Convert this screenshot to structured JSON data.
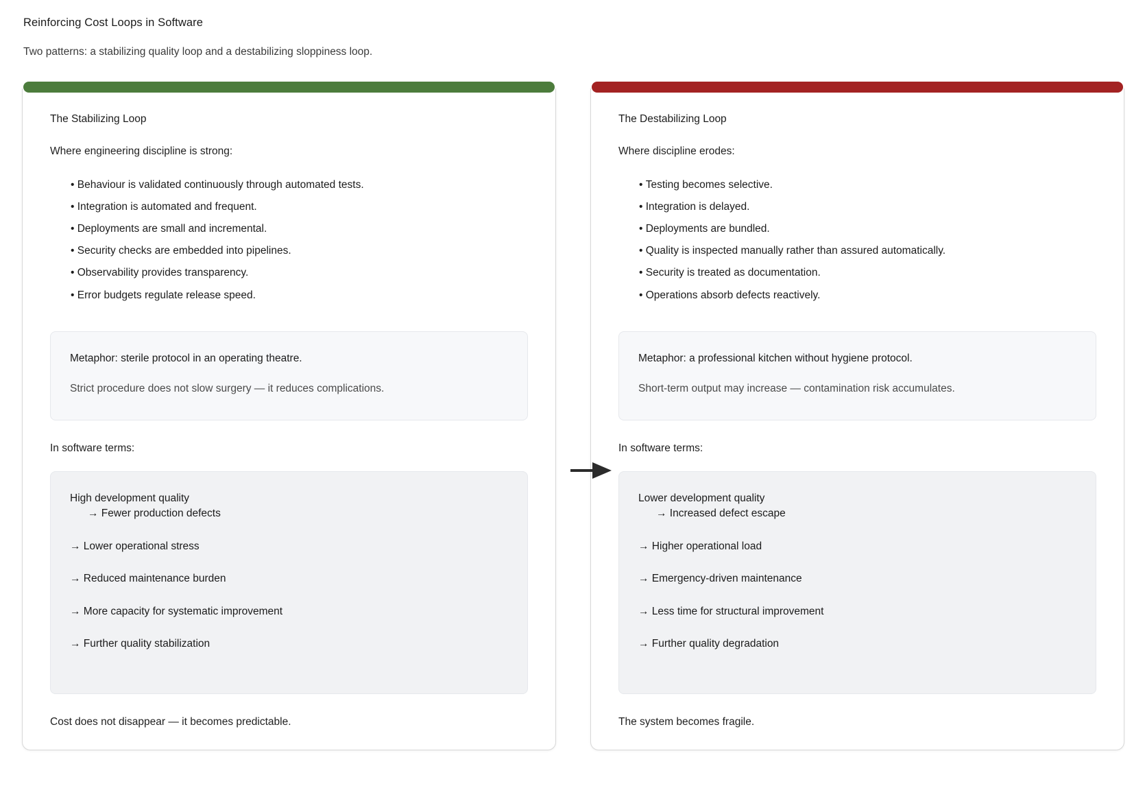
{
  "header": {
    "title": "Reinforcing Cost Loops in Software",
    "subtitle": "Two patterns: a stabilizing quality loop and a destabilizing sloppiness loop."
  },
  "flow": {
    "arrow_icon": "arrow-right-icon"
  },
  "colors": {
    "stabilizing_accent": "#4c7c3c",
    "destabilizing_accent": "#a32222",
    "note_box_bg": "#f7f8fa",
    "chain_box_bg": "#f1f2f4",
    "card_border": "#d8d8d8"
  },
  "cards": [
    {
      "id": "stabilizing",
      "accent_color": "#4c7c3c",
      "heading": "The Stabilizing Loop",
      "lead": "Where engineering discipline is strong:",
      "bullets": [
        "Behaviour is validated continuously through automated tests.",
        "Integration is automated and frequent.",
        "Deployments are small and incremental.",
        "Security checks are embedded into pipelines.",
        "Observability provides transparency.",
        "Error budgets regulate release speed."
      ],
      "note": {
        "title": "Metaphor: sterile protocol in an operating theatre.",
        "subtitle": "Strict procedure does not slow surgery — it reduces complications."
      },
      "terms_label": "In software terms:",
      "chain": {
        "first_line": "High development quality",
        "first_arrow": "→ Fewer production defects",
        "steps": [
          "→ Lower operational stress",
          "→ Reduced maintenance burden",
          "→ More capacity for systematic improvement",
          "→ Further quality stabilization"
        ]
      },
      "footer": "Cost does not disappear — it becomes predictable."
    },
    {
      "id": "destabilizing",
      "accent_color": "#a32222",
      "heading": "The Destabilizing Loop",
      "lead": "Where discipline erodes:",
      "bullets": [
        "Testing becomes selective.",
        "Integration is delayed.",
        "Deployments are bundled.",
        "Quality is inspected manually rather than assured automatically.",
        "Security is treated as documentation.",
        "Operations absorb defects reactively."
      ],
      "note": {
        "title": "Metaphor: a professional kitchen without hygiene protocol.",
        "subtitle": "Short-term output may increase — contamination risk accumulates."
      },
      "terms_label": "In software terms:",
      "chain": {
        "first_line": "Lower development quality",
        "first_arrow": "→ Increased defect escape",
        "steps": [
          "→ Higher operational load",
          "→ Emergency-driven maintenance",
          "→ Less time for structural improvement",
          "→ Further quality degradation"
        ]
      },
      "footer": "The system becomes fragile."
    }
  ]
}
